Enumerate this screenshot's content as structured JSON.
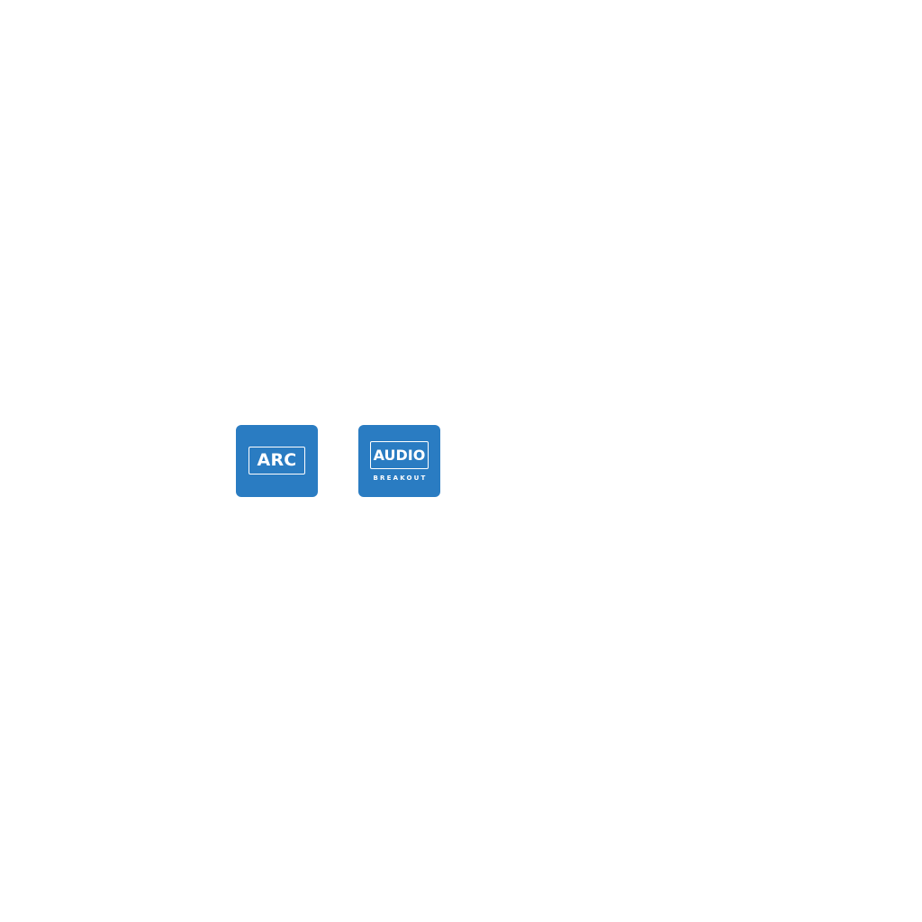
{
  "colors": {
    "background": "#ffffff",
    "icon_fill": "#2a7cc2",
    "icon_foreground": "#ffffff"
  },
  "icons": [
    {
      "icon": "arc-icon",
      "label": "ARC"
    },
    {
      "icon": "audio-breakout-icon",
      "label": "AUDIO",
      "sublabel": "BREAKOUT"
    }
  ]
}
